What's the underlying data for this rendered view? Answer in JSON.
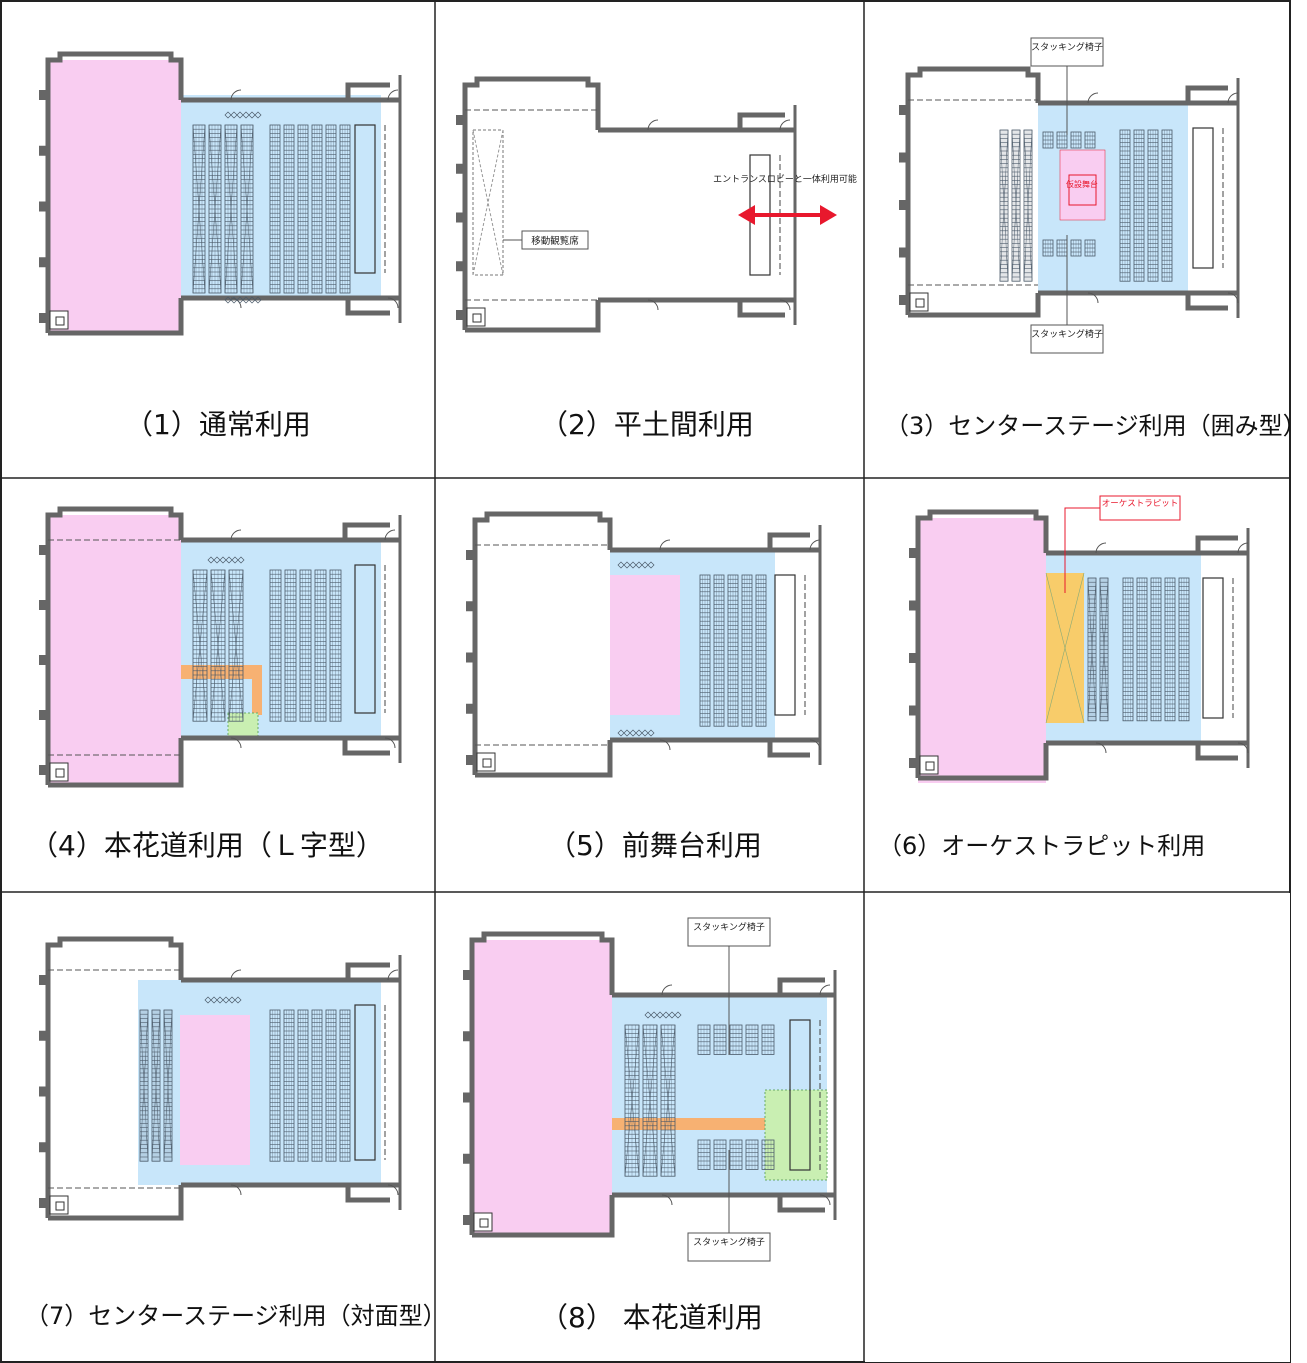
{
  "captions": {
    "p1": "（1）通常利用",
    "p2": "（2）平土間利用",
    "p3": "（3）センターステージ利用（囲み型）",
    "p4": "（4）本花道利用（Ｌ字型）",
    "p5": "（5）前舞台利用",
    "p6": "（6）オーケストラピット利用",
    "p7": "（7）センターステージ利用（対面型）",
    "p8": "（8） 本花道利用"
  },
  "labels": {
    "p2_entrance": "エントランスロビーと一体利用可能",
    "p2_mobile_seats": "移動観覧席",
    "p3_stacking_top": "スタッキング椅子",
    "p3_stacking_bottom": "スタッキング椅子",
    "p3_temp_stage": "仮設舞台",
    "p6_orchestra_pit": "オーケストラピット",
    "p8_stacking_top": "スタッキング椅子",
    "p8_stacking_bottom": "スタッキング椅子"
  },
  "colors": {
    "stage": "#f9cdf1",
    "seating": "#c8e6fa",
    "hanamichi": "#f7b172",
    "orchestra_pit": "#f8cc6a",
    "side_stage": "#c9efb2",
    "label_red": "#e8182d",
    "wall": "#666666",
    "seat_line": "#4a5968"
  }
}
